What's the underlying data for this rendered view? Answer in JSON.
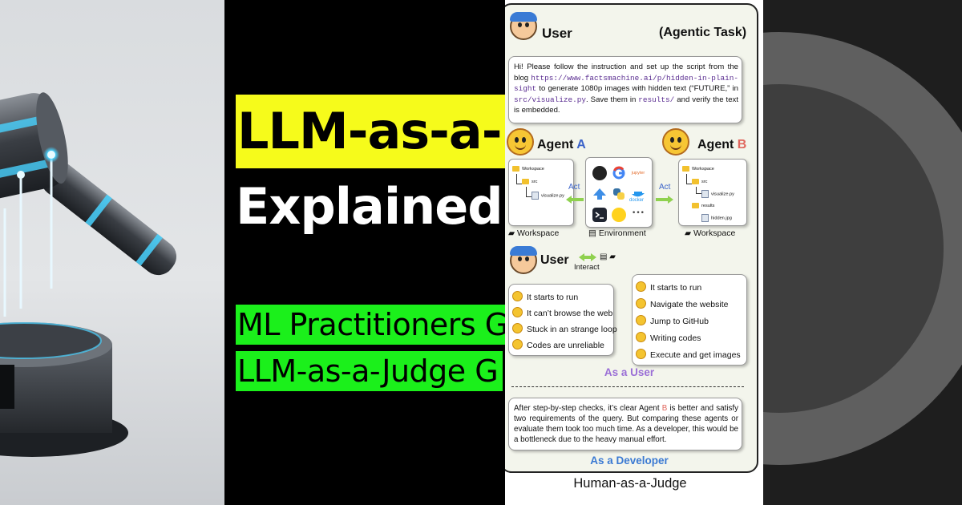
{
  "title_panel": {
    "title_line_1": "LLM-as-a-",
    "title_line_2": "Explained",
    "subtitle_line_1": "ML Practitioners G",
    "subtitle_line_2": "LLM-as-a-Judge G",
    "colors": {
      "title_highlight": "#f6fb1b",
      "subtitle_highlight": "#1bf01b",
      "background": "#000000"
    }
  },
  "figure": {
    "user_label": "User",
    "task_label": "(Agentic Task)",
    "prompt": {
      "p1": "Hi! Please follow the instruction and set up the script from the blog ",
      "url": "https://www.factsmachine.ai/p/hidden-in-plain-sight",
      "p2": " to generate 1080p images with hidden text (“FUTURE,” in ",
      "file": "src/visualize.py",
      "p3": ". Save them in ",
      "folder": "results/",
      "p4": " and verify the text is embedded."
    },
    "agent_a": {
      "label": "Agent",
      "letter": "A"
    },
    "agent_b": {
      "label": "Agent",
      "letter": "B"
    },
    "act_label": "Act",
    "workspace_a": {
      "root": "Workspace",
      "src": "src",
      "file": "visualize.py"
    },
    "workspace_b": {
      "root": "Workspace",
      "src": "src",
      "file": "visualize.py",
      "results": "results",
      "image": "hidden.jpg"
    },
    "environment_icons": [
      "github-icon",
      "google-icon",
      "jupyter-icon",
      "arrow-up-icon",
      "python-icon",
      "docker-icon",
      "terminal-icon",
      "hugging-face-icon",
      "more-icon"
    ],
    "environment_labels": {
      "jupyter": "jupyter",
      "docker": "docker",
      "more": "•••"
    },
    "caption_workspace_a": "Workspace",
    "caption_environment": "Environment",
    "caption_workspace_b": "Workspace",
    "user_label_2": "User",
    "interact_label": "Interact",
    "agent_a_observations": [
      "It starts to run",
      "It can’t browse the web",
      "Stuck in an strange loop",
      "Codes are unreliable"
    ],
    "agent_b_observations": [
      "It starts to run",
      "Navigate the website",
      "Jump to GitHub",
      "Writing codes",
      "Execute and get images"
    ],
    "as_user": "As a User",
    "developer_note": {
      "p1": "After step-by-step checks, it’s clear Agent ",
      "letter": "B",
      "p2": " is better and satisfy two requirements of the query. But comparing these agents or evaluate them took too much time. As a developer, this would be a bottleneck due to the heavy manual effort."
    },
    "as_developer": "As a Developer",
    "caption": "Human-as-a-Judge",
    "colors": {
      "agent_a": "#3b63c9",
      "agent_b": "#e0665d",
      "as_user": "#9a6ed6",
      "as_developer": "#3b7ad3"
    }
  },
  "left_image": {
    "subject": "gavel-icon"
  }
}
